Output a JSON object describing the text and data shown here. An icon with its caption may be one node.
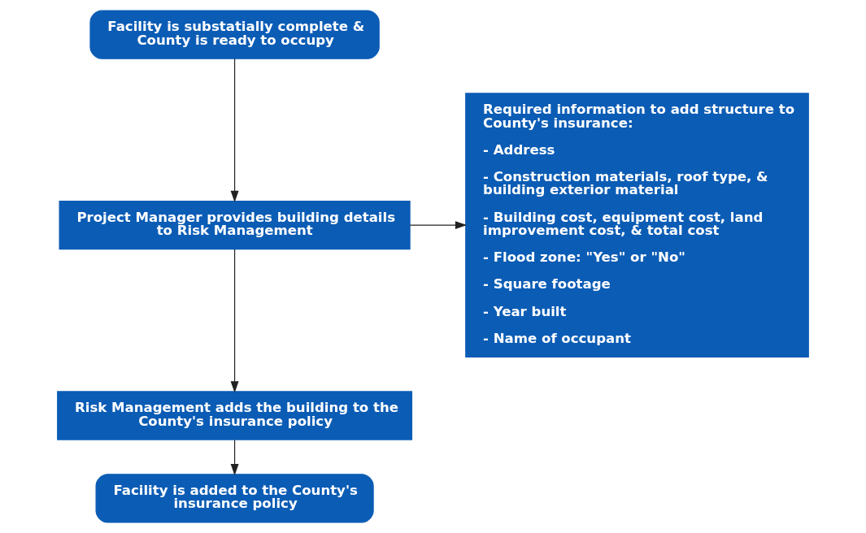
{
  "diagram": {
    "nodes": [
      {
        "text": [
          "Facility is substatially complete & County is ready to occupy"
        ]
      },
      {
        "text": [
          "Project Manager provides building details to Risk Management"
        ]
      },
      {
        "text": [
          "Risk Management adds the building to the County's insurance policy"
        ]
      },
      {
        "text": [
          "Facility is added to the County's insurance policy"
        ]
      },
      {
        "text": [
          "Required information to add structure to County's insurance:",
          "- Address",
          "- Construction materials, roof type, & building exterior material",
          "- Building cost, equipment cost, land improvement cost, & total cost",
          "- Flood zone: \"Yes\" or \"No\"",
          "- Square footage",
          "- Year built",
          "- Name of occupant"
        ]
      }
    ],
    "edges": [
      {
        "from": 0,
        "to": 1,
        "arrow": "to"
      },
      {
        "from": 1,
        "to": 2,
        "arrow": "to"
      },
      {
        "from": 2,
        "to": 3,
        "arrow": "to"
      },
      {
        "from": 1,
        "to": 4,
        "arrow": "to"
      }
    ]
  }
}
